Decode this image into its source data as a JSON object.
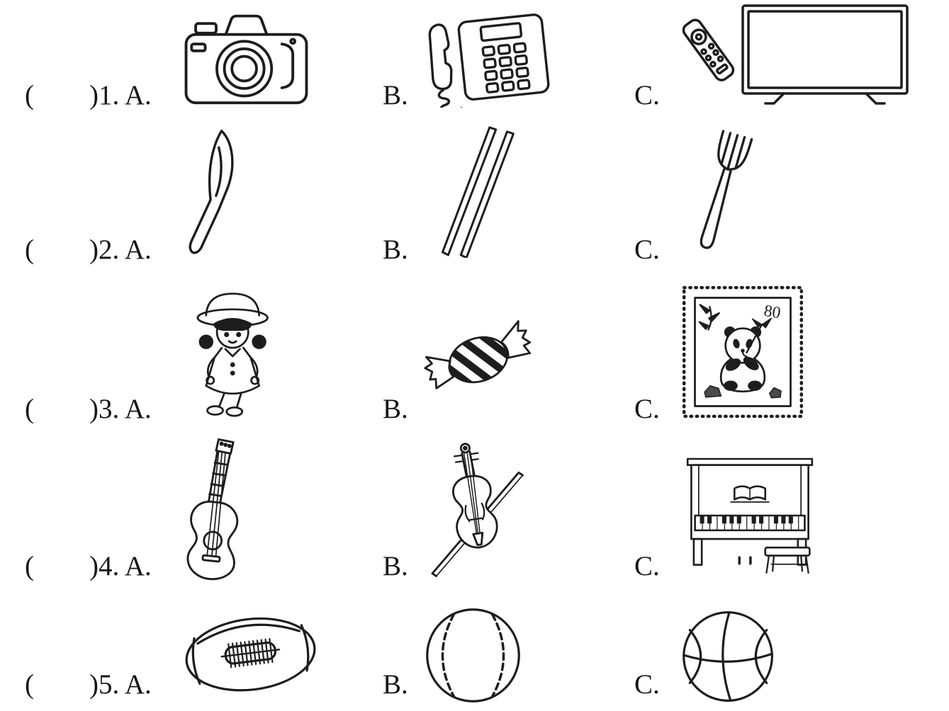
{
  "page": {
    "background": "#ffffff",
    "ink": "#1d1d1d"
  },
  "stamp": {
    "denomination": "80"
  },
  "questions": [
    {
      "blank": "(        )1. A.",
      "b": "B.",
      "c": "C.",
      "option_images": {
        "a": "camera-icon",
        "b": "telephone-icon",
        "c": "remote-icon tv-icon"
      }
    },
    {
      "blank": "(        )2. A.",
      "b": "B.",
      "c": "C.",
      "option_images": {
        "a": "knife-icon",
        "b": "chopsticks-icon",
        "c": "fork-icon"
      }
    },
    {
      "blank": "(        )3. A.",
      "b": "B.",
      "c": "C.",
      "option_images": {
        "a": "doll-icon",
        "b": "candy-icon",
        "c": "panda-stamp-icon"
      }
    },
    {
      "blank": "(        )4. A.",
      "b": "B.",
      "c": "C.",
      "option_images": {
        "a": "guitar-icon",
        "b": "violin-icon",
        "c": "piano-icon"
      }
    },
    {
      "blank": "(        )5. A.",
      "b": "B.",
      "c": "C.",
      "option_images": {
        "a": "rugby-ball-icon",
        "b": "baseball-icon",
        "c": "basketball-icon"
      }
    }
  ]
}
